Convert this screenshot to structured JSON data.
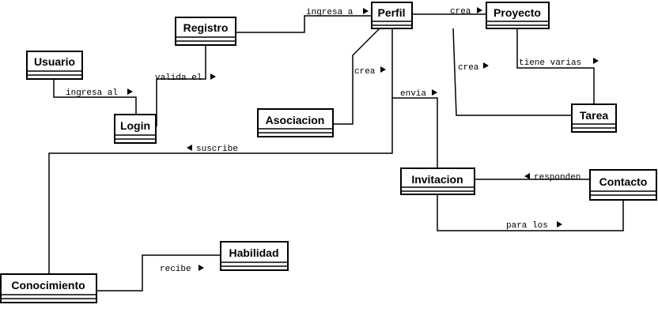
{
  "classes": {
    "usuario": "Usuario",
    "registro": "Registro",
    "perfil": "Perfil",
    "proyecto": "Proyecto",
    "login": "Login",
    "asociacion": "Asociacion",
    "tarea": "Tarea",
    "invitacion": "Invitacion",
    "contacto": "Contacto",
    "habilidad": "Habilidad",
    "conocimiento": "Conocimiento"
  },
  "relations": {
    "ingresa_al": "ingresa al",
    "valida_el": "valida el",
    "ingresa_a": "ingresa a",
    "crea_proyecto": "crea",
    "crea_asociacion": "crea",
    "crea_tarea": "crea",
    "tiene_varias": "tiene varias",
    "envia": "envia",
    "suscribe": "suscribe",
    "responden": "responden",
    "para_los": "para los",
    "recibe": "recibe"
  }
}
